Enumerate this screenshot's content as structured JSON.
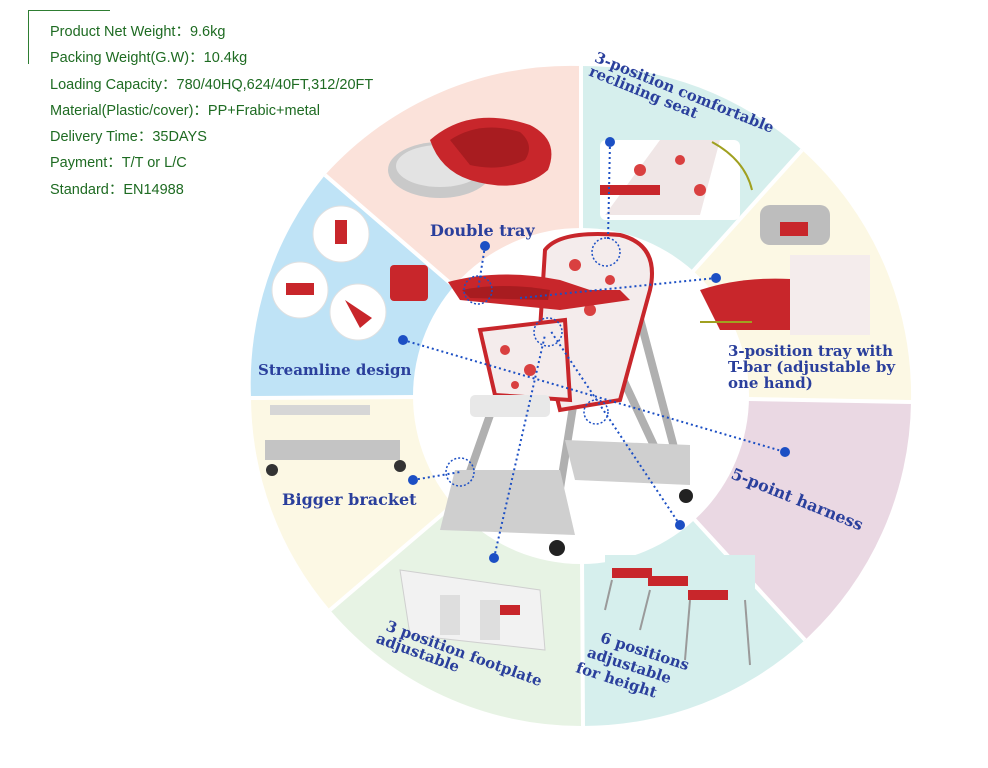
{
  "specs": [
    {
      "label": "Product Net Weight",
      "value": "9.6kg"
    },
    {
      "label": "Packing Weight(G.W)",
      "value": "10.4kg"
    },
    {
      "label": "Loading Capacity",
      "value": "780/40HQ,624/40FT,312/20FT"
    },
    {
      "label": "Material(Plastic/cover)",
      "value": "PP+Frabic+metal"
    },
    {
      "label": "Delivery Time",
      "value": "35DAYS"
    },
    {
      "label": "Payment",
      "value": "T/T or L/C"
    },
    {
      "label": "Standard",
      "value": "EN14988"
    }
  ],
  "specs_text": [
    "Product Net Weight：9.6kg",
    "Packing Weight(G.W)：10.4kg",
    "Loading Capacity：780/40HQ,624/40FT,312/20FT",
    "Material(Plastic/cover)：PP+Frabic+metal",
    "Delivery Time：35DAYS",
    "Payment：T/T or L/C",
    "Standard：EN14988"
  ],
  "features": {
    "double_tray": "Double tray",
    "recline_line1": "3-position comfortable",
    "recline_line2": "reclining seat",
    "tray_line1": "3-position tray with",
    "tray_line2": "T-bar (adjustable by",
    "tray_line3": "one hand)",
    "harness": "5-point harness",
    "height_line1": "6 positions",
    "height_line2": "adjustable",
    "height_line3": "for height",
    "footplate_line1": "3 position footplate",
    "footplate_line2": "adjustable",
    "bracket": "Bigger bracket",
    "streamline": "Streamline design"
  },
  "colors": {
    "label_text": "#2a3f9c",
    "spec_text": "#1e6b22",
    "accent_red": "#c8262b",
    "dot_blue": "#1c4fc4",
    "seg_pink": "#fbe2da",
    "seg_teal": "#d6efed",
    "seg_cream": "#fcf8e4",
    "seg_lavender": "#ead8e3",
    "seg_blue": "#bfe3f6",
    "seg_mint": "#e7f3e4"
  }
}
